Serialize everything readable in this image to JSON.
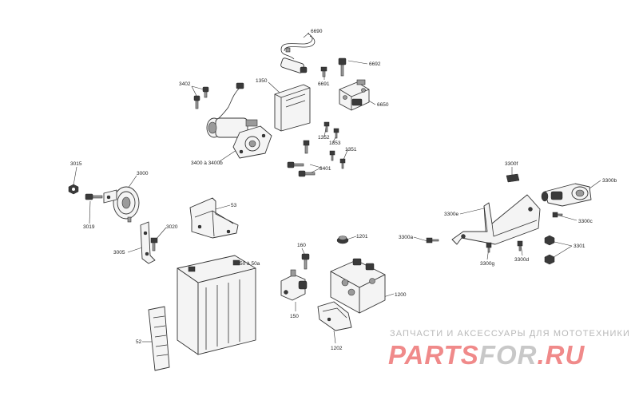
{
  "parts": [
    {
      "id": "p6690",
      "text": "6690"
    },
    {
      "id": "p6692",
      "text": "6692"
    },
    {
      "id": "p6691",
      "text": "6691"
    },
    {
      "id": "p6650",
      "text": "6650"
    },
    {
      "id": "p1350",
      "text": "1350"
    },
    {
      "id": "p3402",
      "text": "3402"
    },
    {
      "id": "p3400",
      "text": "3400 à 3400b"
    },
    {
      "id": "p1352",
      "text": "1352"
    },
    {
      "id": "p1353",
      "text": "1353"
    },
    {
      "id": "p1351",
      "text": "1351"
    },
    {
      "id": "p3401",
      "text": "3401"
    },
    {
      "id": "p3015",
      "text": "3015"
    },
    {
      "id": "p3000",
      "text": "3000"
    },
    {
      "id": "p3019",
      "text": "3019"
    },
    {
      "id": "p53",
      "text": "53"
    },
    {
      "id": "p3020",
      "text": "3020"
    },
    {
      "id": "p3005",
      "text": "3005"
    },
    {
      "id": "p50",
      "text": "50 à 50a"
    },
    {
      "id": "p52",
      "text": "52"
    },
    {
      "id": "p160",
      "text": "160"
    },
    {
      "id": "p150",
      "text": "150"
    },
    {
      "id": "p1201",
      "text": "1201"
    },
    {
      "id": "p1200",
      "text": "1200"
    },
    {
      "id": "p1202",
      "text": "1202"
    },
    {
      "id": "p3300f",
      "text": "3300f"
    },
    {
      "id": "p3300b",
      "text": "3300b"
    },
    {
      "id": "p3300e",
      "text": "3300e"
    },
    {
      "id": "p3300c",
      "text": "3300c"
    },
    {
      "id": "p3300a",
      "text": "3300a"
    },
    {
      "id": "p3301",
      "text": "3301"
    },
    {
      "id": "p3300g",
      "text": "3300g"
    },
    {
      "id": "p3300d",
      "text": "3300d"
    }
  ],
  "watermark": {
    "tagline": "ЗАПЧАСТИ И АКСЕССУАРЫ ДЛЯ МОТОТЕХНИКИ",
    "logo_part1": "PARTS",
    "logo_part2": "FOR",
    "logo_part3": ".RU",
    "color_main": "#f08a8a",
    "color_accent": "#c8c8c8"
  }
}
